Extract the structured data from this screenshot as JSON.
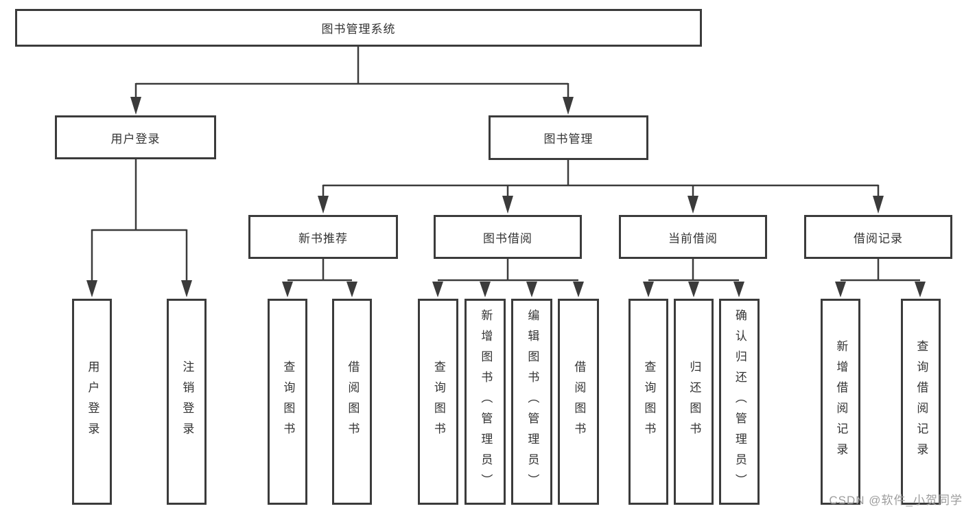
{
  "tree": {
    "label": "图书管理系统",
    "children": [
      {
        "label": "用户登录",
        "children": [
          {
            "label": "用户登录"
          },
          {
            "label": "注销登录"
          }
        ]
      },
      {
        "label": "图书管理",
        "children": [
          {
            "label": "新书推荐",
            "children": [
              {
                "label": "查询图书"
              },
              {
                "label": "借阅图书"
              }
            ]
          },
          {
            "label": "图书借阅",
            "children": [
              {
                "label": "查询图书"
              },
              {
                "label": "新增图书（管理员）"
              },
              {
                "label": "编辑图书（管理员）"
              },
              {
                "label": "借阅图书"
              }
            ]
          },
          {
            "label": "当前借阅",
            "children": [
              {
                "label": "查询图书"
              },
              {
                "label": "归还图书"
              },
              {
                "label": "确认归还（管理员）"
              }
            ]
          },
          {
            "label": "借阅记录",
            "children": [
              {
                "label": "新增借阅记录"
              },
              {
                "label": "查询借阅记录"
              }
            ]
          }
        ]
      }
    ]
  },
  "watermark": {
    "text": "CSDN @软件_小贺同学",
    "color": "#9c9c9c"
  },
  "colors": {
    "background": "#ffffff",
    "box_border": "#3b3b3b",
    "box_fill": "#ffffff",
    "text": "#333333",
    "connector": "#3b3b3b"
  }
}
